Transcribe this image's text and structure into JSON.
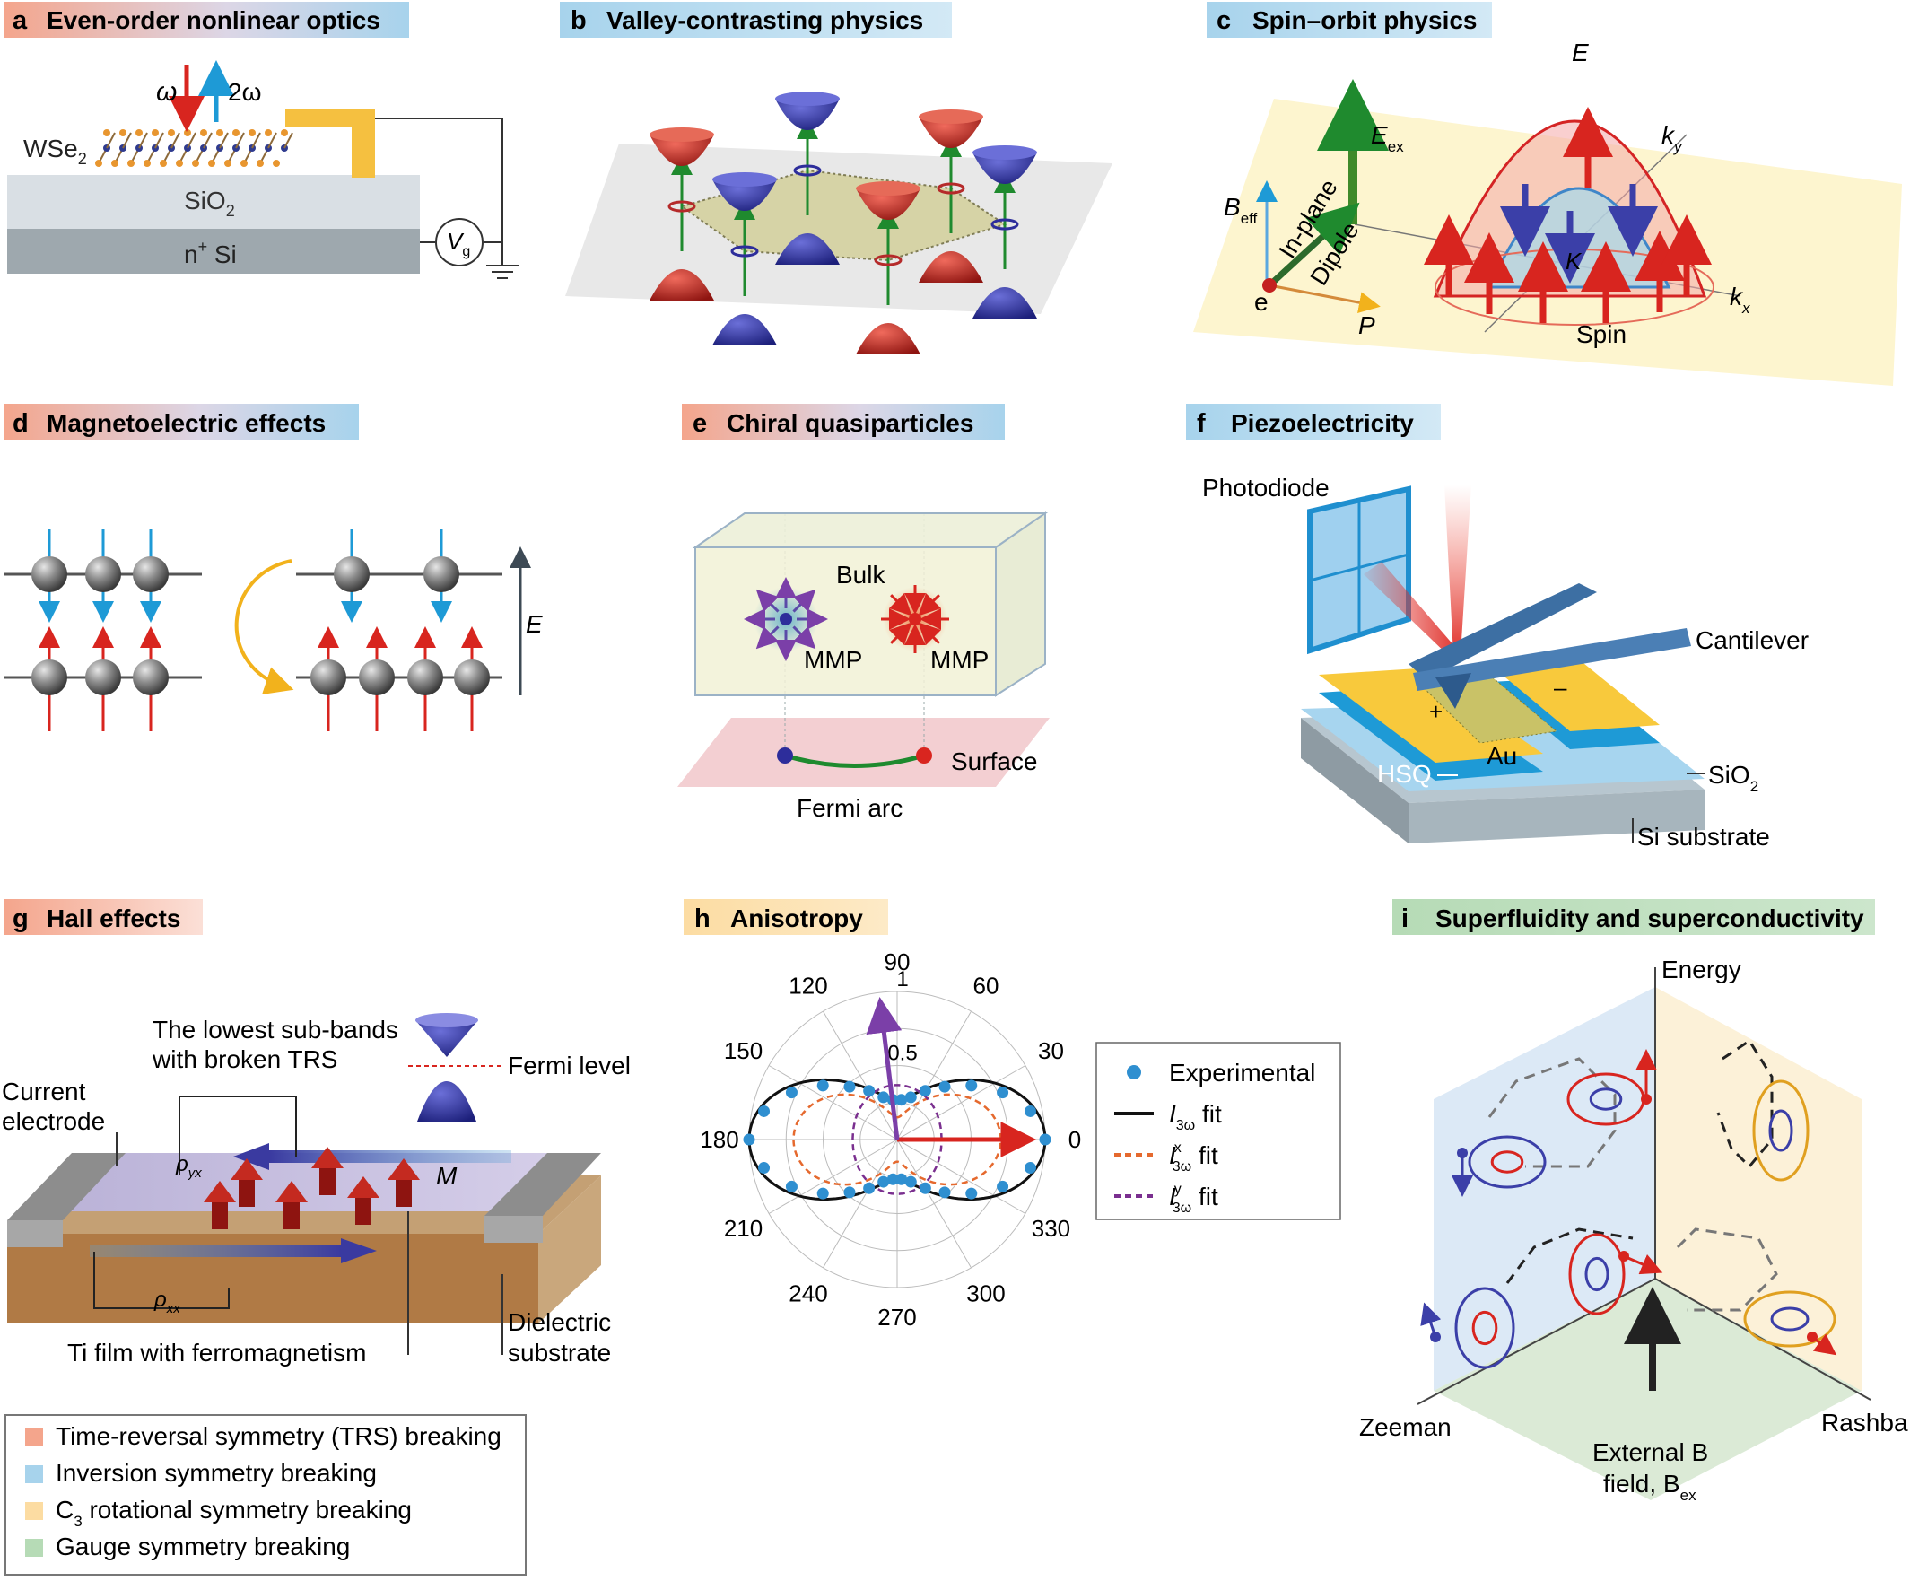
{
  "panels": {
    "a": {
      "letter": "a",
      "title": "Even-order nonlinear optics",
      "omega": "ω",
      "two_omega": "2ω",
      "wse2": "WSe",
      "wse2_sub": "2",
      "sio2": "SiO",
      "sio2_sub": "2",
      "nsi_n": "n",
      "nsi_sup": "+",
      "nsi_si": " Si",
      "vg": "V",
      "vg_sub": "g"
    },
    "b": {
      "letter": "b",
      "title": "Valley-contrasting physics"
    },
    "c": {
      "letter": "c",
      "title": "Spin–orbit physics",
      "E": "E",
      "Eex": "E",
      "Eex_sub": "ex",
      "ky": "k",
      "ky_sub": "y",
      "kx": "k",
      "kx_sub": "x",
      "Beff": "B",
      "Beff_sub": "eff",
      "inplane": "In-plane",
      "dipole": "Dipole",
      "e": "e",
      "P": "P",
      "K": "K",
      "spin": "Spin"
    },
    "d": {
      "letter": "d",
      "title": "Magnetoelectric effects",
      "E": "E"
    },
    "e": {
      "letter": "e",
      "title": "Chiral quasiparticles",
      "bulk": "Bulk",
      "mmp1": "MMP",
      "mmp2": "MMP",
      "surface": "Surface",
      "fermi_arc": "Fermi arc"
    },
    "f": {
      "letter": "f",
      "title": "Piezoelectricity",
      "photodiode": "Photodiode",
      "cantilever": "Cantilever",
      "plus": "+",
      "minus": "–",
      "au": "Au",
      "hsq": "HSQ",
      "sio2": "SiO",
      "sio2_sub": "2",
      "si_substrate": "Si substrate"
    },
    "g": {
      "letter": "g",
      "title": "Hall effects",
      "subbands1": "The lowest sub-bands",
      "subbands2": "with broken TRS",
      "fermi_level": "Fermi level",
      "current1": "Current",
      "current2": "electrode",
      "rho_yx": "ρ",
      "rho_yx_sub": "yx",
      "M": "M",
      "rho_xx": "ρ",
      "rho_xx_sub": "xx",
      "ti_film": "Ti film with ferromagnetism",
      "dielectric1": "Dielectric",
      "dielectric2": "substrate"
    },
    "h": {
      "letter": "h",
      "title": "Anisotropy"
    },
    "i": {
      "letter": "i",
      "title": "Superfluidity and superconductivity",
      "energy": "Energy",
      "zeeman": "Zeeman",
      "rashba": "Rashba",
      "extB1": "External B",
      "extB2": "field, B",
      "extB2_sub": "ex"
    }
  },
  "legend": {
    "items": [
      {
        "label": "Time-reversal symmetry (TRS) breaking",
        "color": "#f4a58c"
      },
      {
        "label": "Inversion symmetry breaking",
        "color": "#a7d3ec"
      },
      {
        "label": "C",
        "label_sub": "3",
        "label_rest": " rotational symmetry breaking",
        "color": "#fcdca2"
      },
      {
        "label": "Gauge symmetry breaking",
        "color": "#b6dbb6"
      }
    ]
  },
  "colors": {
    "trs": "#f4a58c",
    "inversion": "#a7d3ec",
    "c3": "#fcdca2",
    "gauge": "#b6dbb6",
    "red_arrow": "#d8251f",
    "blue_arrow": "#1e9ad6",
    "exp_dot": "#2f8fd0"
  },
  "chart_data": {
    "type": "polar",
    "angular_ticks": [
      "0",
      "30",
      "60",
      "90",
      "120",
      "150",
      "180",
      "210",
      "240",
      "270",
      "300",
      "330"
    ],
    "radial_ticks": [
      "0.5",
      "1"
    ],
    "rlim": [
      0,
      1
    ],
    "series": [
      {
        "name": "Experimental",
        "style": "markers",
        "color": "#2f8fd0",
        "theta": [
          0,
          12,
          24,
          36,
          48,
          60,
          72,
          84,
          96,
          108,
          120,
          132,
          144,
          156,
          168,
          180,
          192,
          204,
          216,
          228,
          240,
          252,
          264,
          276,
          288,
          300,
          312,
          324,
          336,
          348
        ],
        "r": [
          1.0,
          0.92,
          0.78,
          0.62,
          0.48,
          0.38,
          0.3,
          0.27,
          0.27,
          0.3,
          0.38,
          0.48,
          0.62,
          0.78,
          0.92,
          1.0,
          0.92,
          0.78,
          0.62,
          0.48,
          0.38,
          0.3,
          0.27,
          0.27,
          0.3,
          0.38,
          0.48,
          0.62,
          0.78,
          0.92
        ]
      },
      {
        "name": "I3ω fit",
        "label": "I",
        "label_sub": "3ω",
        "label_sup": "",
        "style": "solid",
        "color": "#111111",
        "a": 0.63,
        "b": 0.37,
        "kind": "total"
      },
      {
        "name": "Ix3ω fit",
        "label": "I",
        "label_sub": "3ω",
        "label_sup": "x",
        "style": "dashed",
        "color": "#e5692e",
        "a": 0.55,
        "kind": "x"
      },
      {
        "name": "Iy3ω fit",
        "label": "I",
        "label_sub": "3ω",
        "label_sup": "y",
        "style": "dashed",
        "color": "#7a2f8f",
        "a": 0.45,
        "kind": "y"
      }
    ],
    "legend_suffix": " fit",
    "legend_exp": "Experimental",
    "legend_position": "right"
  }
}
